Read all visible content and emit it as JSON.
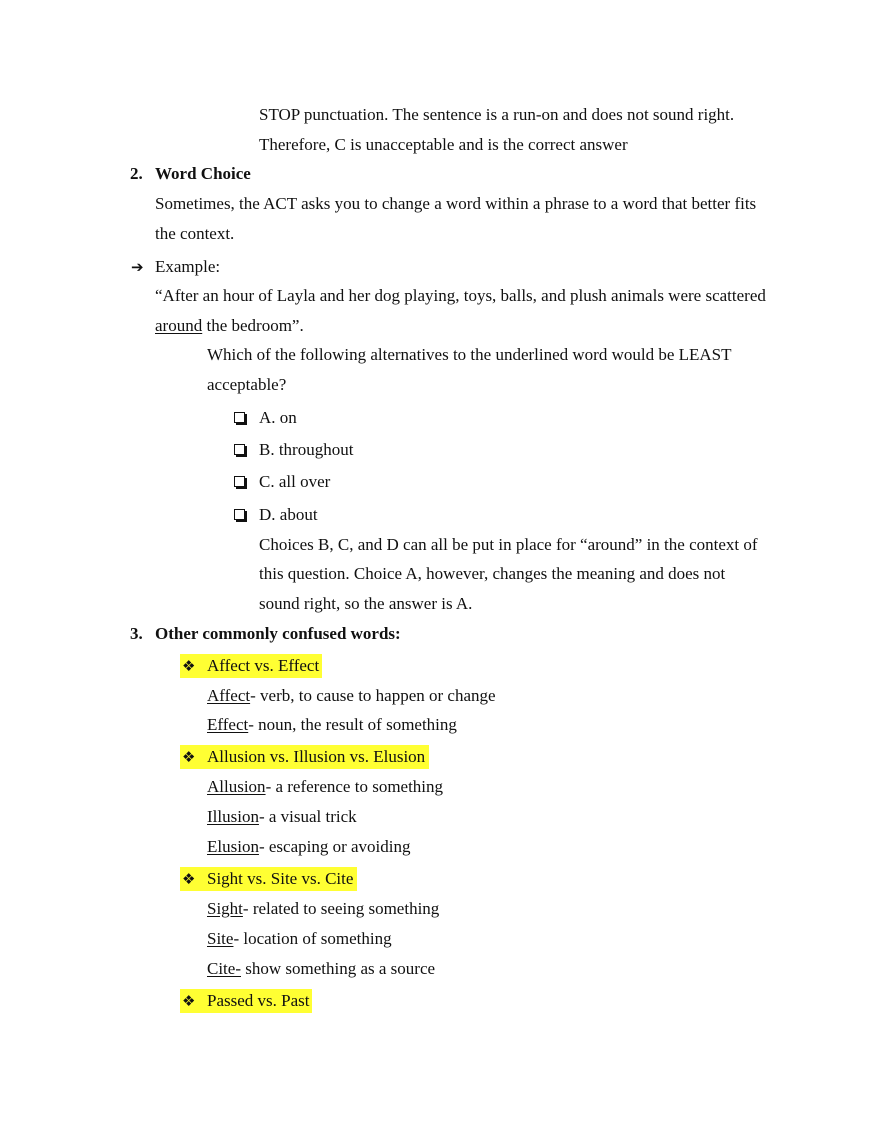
{
  "intro_lines": [
    "STOP punctuation. The sentence is a run-on and does not sound right.",
    "Therefore, C is unacceptable and is the correct answer"
  ],
  "section2": {
    "number": "2.",
    "title": "Word Choice",
    "body": [
      "Sometimes, the ACT asks you to change a word within a phrase to a word that better fits",
      "the context."
    ],
    "example_arrow": "➔",
    "example_label": "Example:",
    "quote_line1": "“After an hour of Layla and her dog playing, toys, balls, and plush animals were scattered",
    "quote_underlined": "around",
    "quote_line2_rest": " the bedroom”.",
    "question": [
      "Which of the following alternatives to the underlined word would be LEAST",
      "acceptable?"
    ],
    "choices": [
      "A. on",
      "B. throughout",
      "C. all over",
      "D. about"
    ],
    "explanation": [
      "Choices B, C, and D can all be put in place for “around” in the context of",
      "this question. Choice A, however, changes the meaning and does not",
      "sound right, so the answer is A."
    ]
  },
  "section3": {
    "number": "3.",
    "title": "Other commonly confused words:",
    "bullet_glyph": "❖",
    "groups": [
      {
        "heading": "Affect vs. Effect",
        "defs": [
          {
            "term": "Affect",
            "rest": "- verb, to cause to happen or change"
          },
          {
            "term": "Effect",
            "rest": "- noun, the result of something"
          }
        ]
      },
      {
        "heading": "Allusion vs. Illusion vs. Elusion",
        "defs": [
          {
            "term": "Allusion",
            "rest": "- a reference to something"
          },
          {
            "term": "Illusion",
            "rest": "- a visual trick"
          },
          {
            "term": "Elusion",
            "rest": "- escaping or avoiding"
          }
        ]
      },
      {
        "heading": "Sight vs. Site vs. Cite",
        "defs": [
          {
            "term": "Sight",
            "rest": "- related to seeing something"
          },
          {
            "term": "Site",
            "rest": "- location of something"
          },
          {
            "term": "Cite-",
            "rest": " show something as a source"
          }
        ]
      },
      {
        "heading": "Passed vs. Past",
        "defs": []
      }
    ]
  },
  "colors": {
    "highlight": "#ffff33",
    "text": "#111111"
  }
}
